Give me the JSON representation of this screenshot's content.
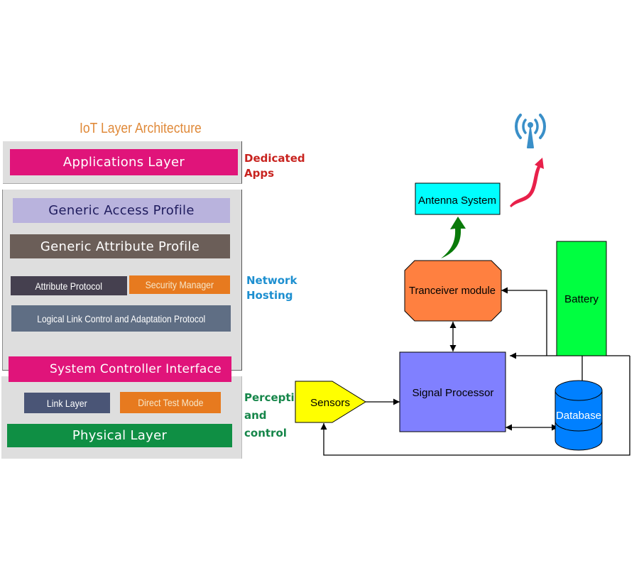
{
  "left": {
    "title": "IoT Layer Architecture",
    "layers": {
      "applications": "Applications Layer",
      "gap": "Generic Access Profile",
      "gatt": "Generic Attribute Profile",
      "att": "Attribute Protocol",
      "sm": "Security Manager",
      "l2cap": "Logical Link Control and Adaptation Protocol",
      "sci": "System Controller Interface",
      "link": "Link Layer",
      "dtm": "Direct Test Mode",
      "physical": "Physical Layer"
    },
    "groups": {
      "dedicated_line1": "Dedicated",
      "dedicated_line2": "Apps",
      "network_line1": "Network",
      "network_line2": "Hosting",
      "perception_line1": "Perception",
      "perception_line2": "and",
      "perception_line3": "control"
    },
    "colors": {
      "title": "#e08a3a",
      "magenta": "#e0147a",
      "lavender": "#b9b3dd",
      "brown": "#6b5e58",
      "dark_slate": "#45404f",
      "orange": "#e77a1f",
      "slate": "#5f6e84",
      "navy_slate": "#4a5576",
      "green": "#0f8f44",
      "dedicated": "#c8231f",
      "network": "#1d8fd0",
      "perception": "#16864a"
    }
  },
  "right": {
    "nodes": {
      "antenna": "Antenna System",
      "transceiver": "Tranceiver module",
      "battery": "Battery",
      "signal_processor": "Signal Processor",
      "sensors": "Sensors",
      "database": "Database"
    },
    "colors": {
      "antenna": "#00ffff",
      "transceiver": "#ff8040",
      "battery": "#00ff40",
      "signal_processor": "#8080ff",
      "sensors": "#ffff00",
      "database": "#0080ff",
      "wireless_icon": "#3a8fc8",
      "green_arrow": "#0a7a0a",
      "red_arrow": "#e8204a"
    }
  }
}
